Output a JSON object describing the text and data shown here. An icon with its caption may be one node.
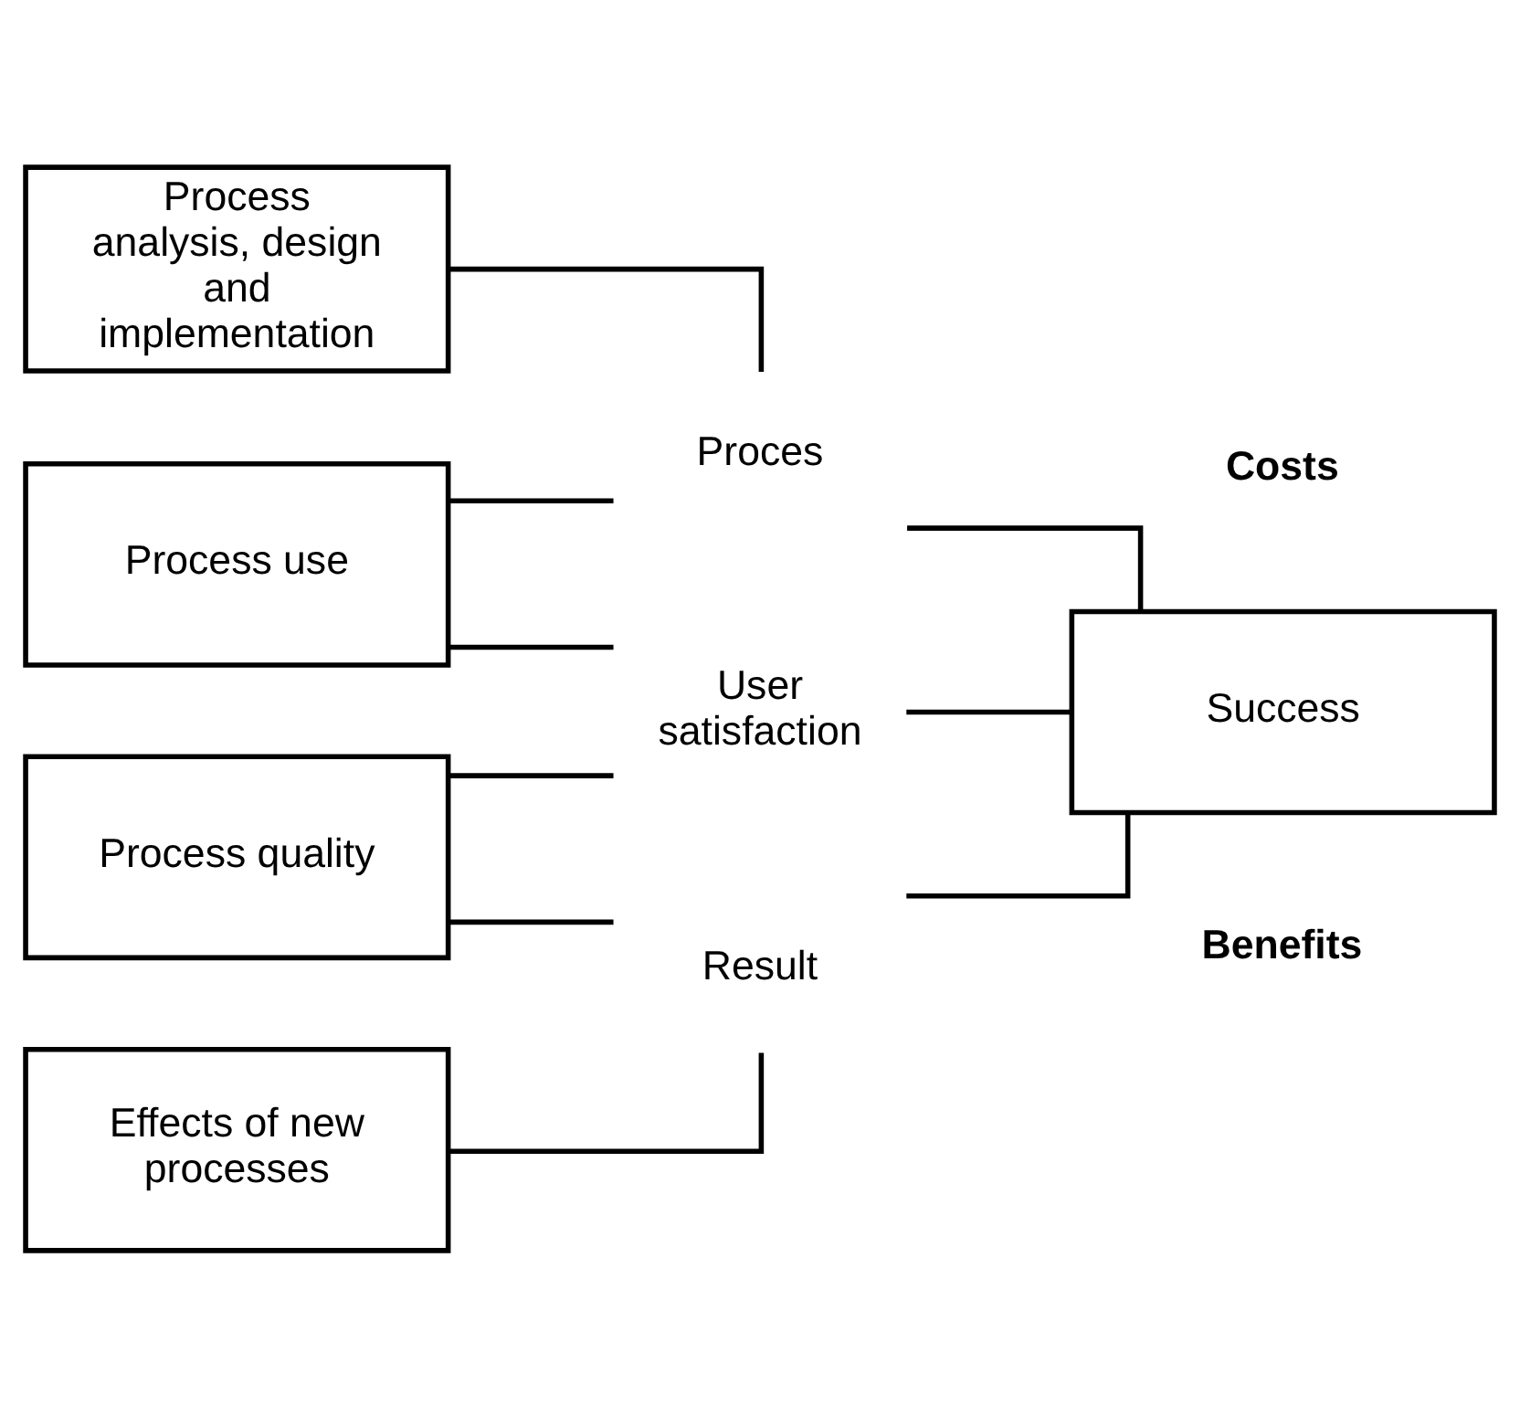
{
  "diagram": {
    "nodes": [
      {
        "text": [
          "Process analysis, design and implementation"
        ]
      },
      {
        "text": [
          "Process use"
        ]
      },
      {
        "text": [
          "Process quality"
        ]
      },
      {
        "text": [
          "Effects of new processes"
        ]
      },
      {
        "text": [
          "Proces"
        ]
      },
      {
        "text": [
          "User satisfaction"
        ]
      },
      {
        "text": [
          "Result"
        ]
      },
      {
        "text": [
          "Success"
        ]
      }
    ],
    "edges": [
      {
        "from": 0,
        "to": 4,
        "arrow": "none"
      },
      {
        "from": 1,
        "to": 4,
        "arrow": "none"
      },
      {
        "from": 1,
        "to": 5,
        "arrow": "none"
      },
      {
        "from": 2,
        "to": 5,
        "arrow": "none"
      },
      {
        "from": 2,
        "to": 6,
        "arrow": "none"
      },
      {
        "from": 3,
        "to": 6,
        "arrow": "none"
      },
      {
        "from": 4,
        "to": 7,
        "arrow": "none"
      },
      {
        "from": 5,
        "to": 7,
        "arrow": "none"
      },
      {
        "from": 6,
        "to": 7,
        "arrow": "none"
      }
    ],
    "labels": [
      "Costs",
      "Benefits"
    ]
  }
}
